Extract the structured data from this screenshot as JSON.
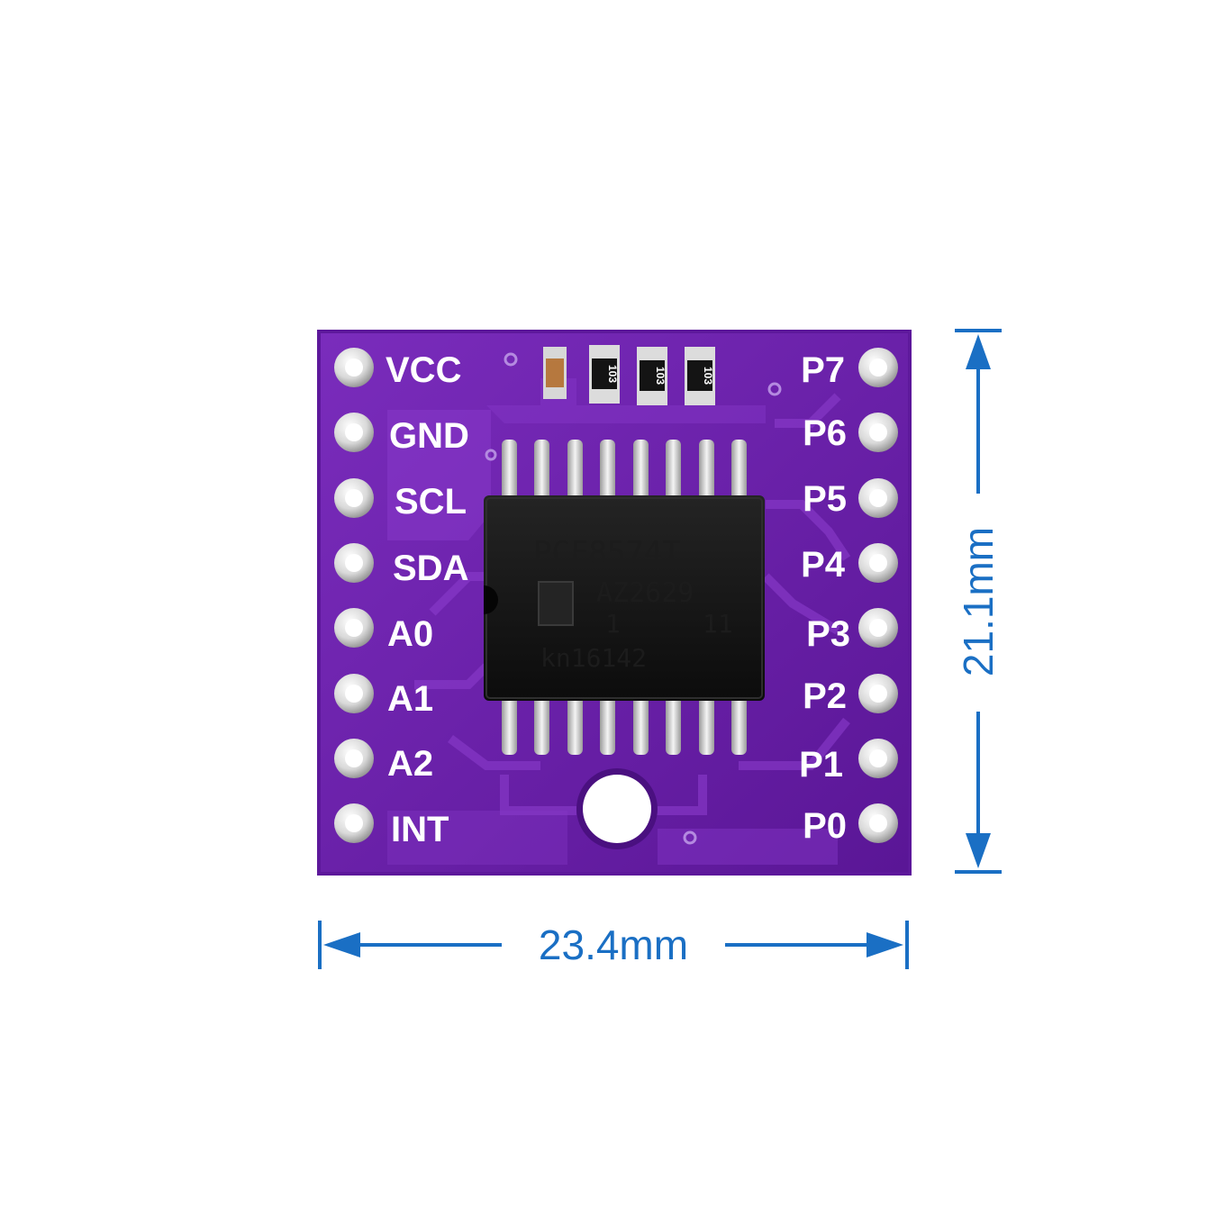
{
  "board": {
    "color": "#6a1fa8",
    "left_pins": [
      "VCC",
      "GND",
      "SCL",
      "SDA",
      "A0",
      "A1",
      "A2",
      "INT"
    ],
    "right_pins": [
      "P7",
      "P6",
      "P5",
      "P4",
      "P3",
      "P2",
      "P1",
      "P0"
    ],
    "resistor_codes": [
      "103",
      "103",
      "103"
    ]
  },
  "chip": {
    "line1": "PCF8574T",
    "line2": "AZ2629",
    "line3_left": "1",
    "line3_right": "11",
    "line4": "kn16142"
  },
  "dimensions": {
    "width": "23.4mm",
    "height": "21.1mm",
    "color": "#1a6fc4"
  }
}
